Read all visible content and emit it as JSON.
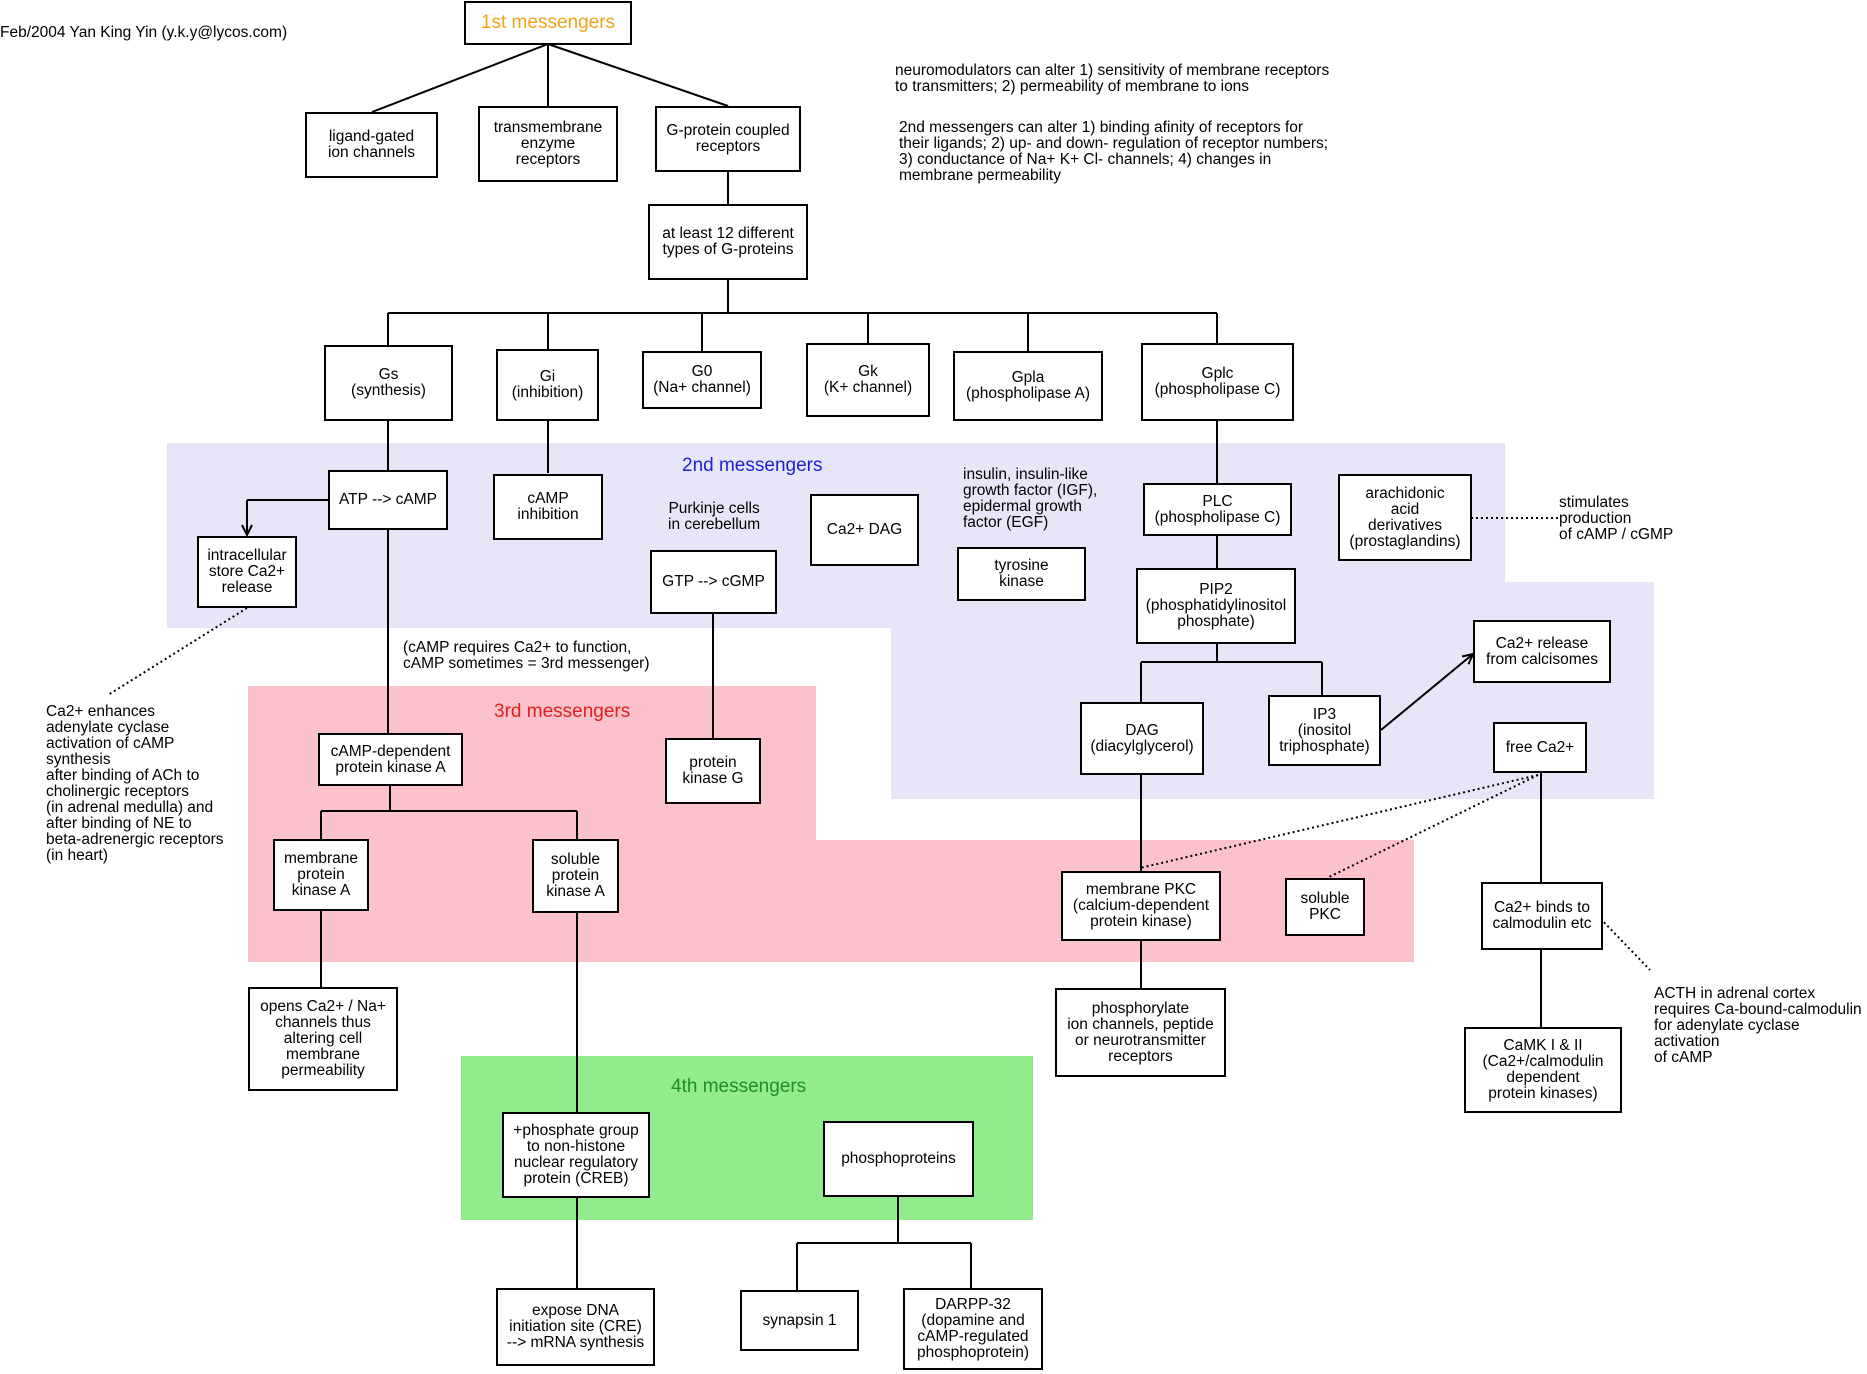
{
  "colors": {
    "second_region": "#e6e6f8",
    "third_region": "#fbc2cc",
    "fourth_region": "#92ec8e",
    "first_title": "#f2a31c",
    "second_title": "#1f1fd2",
    "third_title": "#e01f1f",
    "fourth_title": "#1f8f1f"
  },
  "credit": "Feb/2004 Yan King Yin (y.k.y@lycos.com)",
  "titles": {
    "first": "1st messengers",
    "second": "2nd messengers",
    "third": "3rd messengers",
    "fourth": "4th messengers"
  },
  "notes": {
    "neuromodulators": "neuromodulators can alter 1) sensitivity of membrane receptors\nto transmitters; 2) permeability of membrane to ions",
    "second_messengers_effects": "2nd messengers can alter 1) binding afinity of receptors for\ntheir ligands; 2) up- and down- regulation of receptor numbers;\n3) conductance of Na+ K+ Cl- channels; 4) changes in\nmembrane permeability",
    "purkinje": "Purkinje cells\nin cerebellum",
    "insulin": "insulin, insulin-like\ngrowth factor (IGF),\nepidermal growth\nfactor (EGF)",
    "stimulates": "stimulates\nproduction\nof cAMP / cGMP",
    "camp_requires": "(cAMP requires Ca2+ to function,\ncAMP sometimes = 3rd messenger)",
    "ca_enhances": "Ca2+ enhances\nadenylate cyclase\nactivation of cAMP\nsynthesis\nafter binding of ACh to\ncholinergic receptors\n(in adrenal medulla) and\nafter binding of NE to\nbeta-adrenergic receptors\n(in heart)",
    "acth": "ACTH in adrenal cortex\nrequires Ca-bound-calmodulin\nfor adenylate cyclase activation\nof cAMP"
  },
  "boxes": {
    "ligand_gated": "ligand-gated\nion channels",
    "transmembrane": "transmembrane\nenzyme\nreceptors",
    "gpcr": "G-protein coupled\nreceptors",
    "g12": "at least 12 different\ntypes of G-proteins",
    "gs": "Gs\n(synthesis)",
    "gi": "Gi\n(inhibition)",
    "g0": "G0\n(Na+ channel)",
    "gk": "Gk\n(K+ channel)",
    "gpla": "Gpla\n(phospholipase A)",
    "gplc": "Gplc\n(phospholipase C)",
    "atp_camp": "ATP --> cAMP",
    "camp_inhibition": "cAMP\ninhibition",
    "intracellular_ca": "intracellular\nstore Ca2+\nrelease",
    "ca_dag": "Ca2+ DAG",
    "gtp_cgmp": "GTP --> cGMP",
    "tyrosine": "tyrosine\nkinase",
    "plc": "PLC\n(phospholipase C)",
    "arachidonic": "arachidonic\nacid\nderivatives\n(prostaglandins)",
    "pip2": "PIP2\n(phosphatidylinositol\nphosphate)",
    "ca_release": "Ca2+ release\nfrom calcisomes",
    "dag": "DAG\n(diacylglycerol)",
    "ip3": "IP3\n(inositol\ntriphosphate)",
    "free_ca": "free Ca2+",
    "pka": "cAMP-dependent\nprotein kinase A",
    "pkg": "protein\nkinase G",
    "membrane_pka": "membrane\nprotein\nkinase A",
    "soluble_pka": "soluble\nprotein\nkinase A",
    "membrane_pkc": "membrane PKC\n(calcium-dependent\nprotein kinase)",
    "soluble_pkc": "soluble\nPKC",
    "ca_calmodulin": "Ca2+ binds to\ncalmodulin etc",
    "opens_ca": "opens Ca2+ / Na+\nchannels thus\naltering cell\nmembrane\npermeability",
    "phosphorylate": "phosphorylate\nion channels, peptide\nor neurotransmitter\nreceptors",
    "camk": "CaMK I & II\n(Ca2+/calmodulin\ndependent\nprotein kinases)",
    "phosphate_group": "+phosphate group\nto non-histone\nnuclear regulatory\nprotein (CREB)",
    "phosphoproteins": "phosphoproteins",
    "expose_dna": "expose DNA\ninitiation site (CRE)\n--> mRNA synthesis",
    "synapsin": "synapsin 1",
    "darpp": "DARPP-32\n(dopamine and\ncAMP-regulated\nphosphoprotein)"
  }
}
